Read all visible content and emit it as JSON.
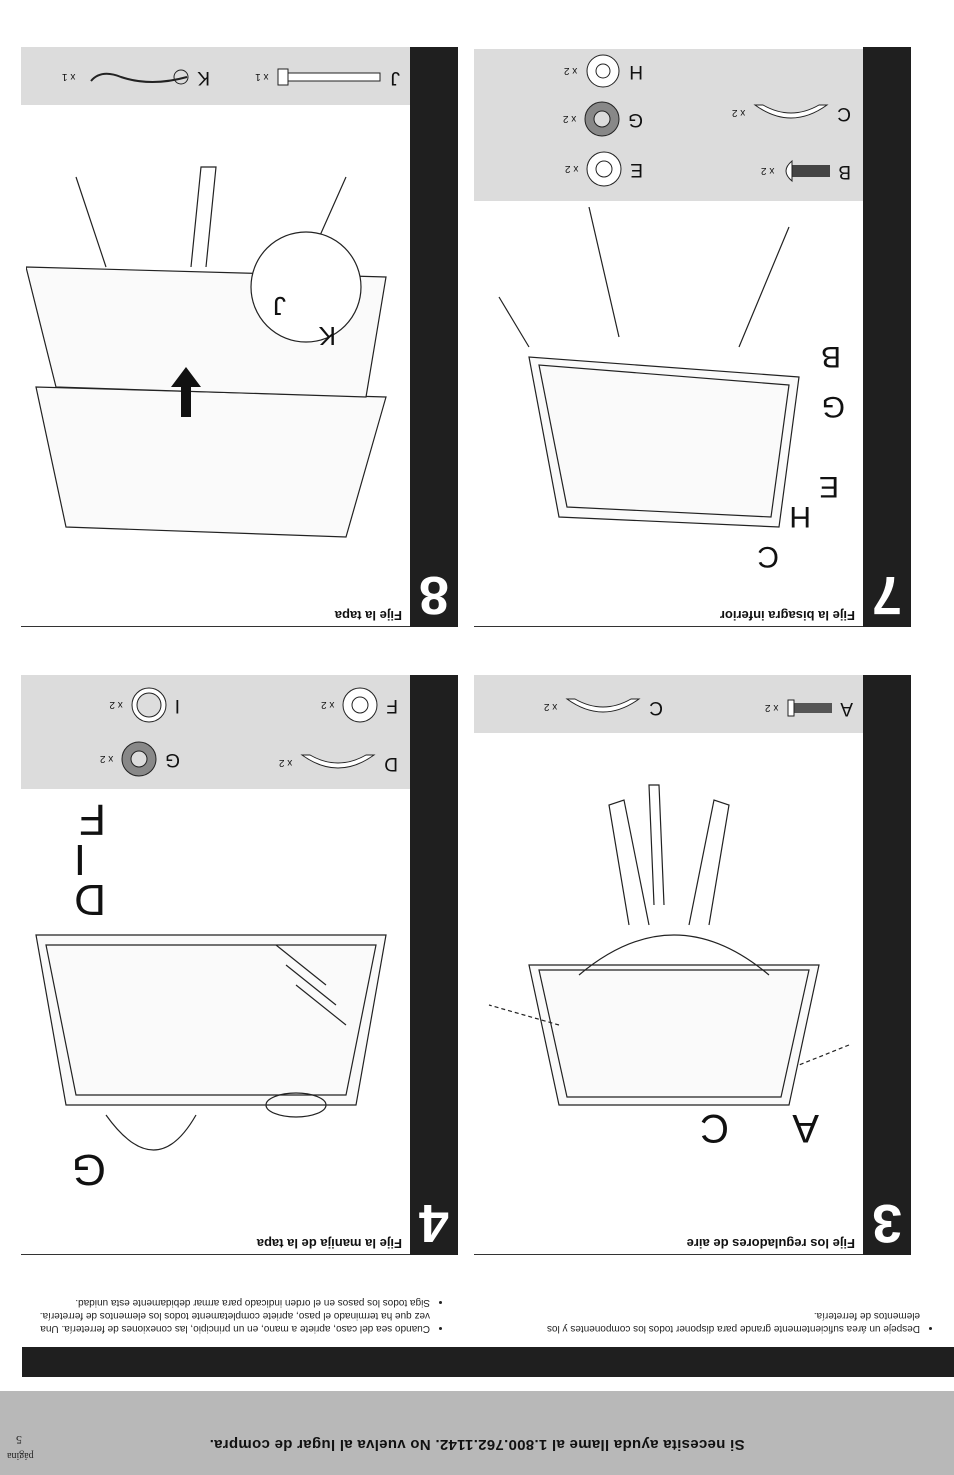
{
  "footer": {
    "page_label": "página",
    "page_number": "5",
    "help_text": "Si necesita ayuda llame al 1.800.762.1142. No vuelva al lugar de compra."
  },
  "notes_left": [
    "Despeje un área suficientemente grande para disponer todos los componentes y los elementos de ferretería."
  ],
  "notes_right": [
    "Cuando sea del caso, apriete a mano, en un principio, las conexiones de ferretería. Una vez que ha terminado el paso, apriete completamente todos los elementos de ferretería.",
    "Siga todos los pasos en el orden indicado para armar debidamente esta unidad."
  ],
  "steps": {
    "s3": {
      "number": "3",
      "title": "Fije los reguladores de aire",
      "parts": [
        {
          "letter": "A",
          "qty": "x 2"
        },
        {
          "letter": "C",
          "qty": "x 2"
        }
      ],
      "callouts": [
        "A",
        "C"
      ]
    },
    "s4": {
      "number": "4",
      "title": "Fije la manija de la tapa",
      "parts": [
        {
          "letter": "D",
          "qty": "x 2"
        },
        {
          "letter": "G",
          "qty": "x 2"
        },
        {
          "letter": "F",
          "qty": "x 2"
        },
        {
          "letter": "I",
          "qty": "x 2"
        }
      ],
      "callouts": [
        "G",
        "F",
        "I",
        "D"
      ]
    },
    "s7": {
      "number": "7",
      "title": "Fije la bisagra inferior",
      "parts": [
        {
          "letter": "B",
          "qty": "x 2"
        },
        {
          "letter": "E",
          "qty": "x 2"
        },
        {
          "letter": "C",
          "qty": "x 2"
        },
        {
          "letter": "G",
          "qty": "x 2"
        },
        {
          "letter": "H",
          "qty": "x 2"
        }
      ],
      "callouts": [
        "C",
        "H",
        "E",
        "G",
        "B"
      ]
    },
    "s8": {
      "number": "8",
      "title": "Fije la tapa",
      "parts": [
        {
          "letter": "J",
          "qty": "x 1"
        },
        {
          "letter": "K",
          "qty": "x 1"
        }
      ],
      "callouts": [
        "K",
        "J"
      ]
    }
  },
  "colors": {
    "dark_bar": "#1f1f1f",
    "parts_bg": "#dcdcdc",
    "footer_bg": "#b8b8b8"
  }
}
